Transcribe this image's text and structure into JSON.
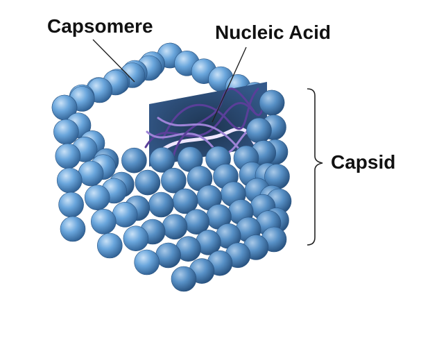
{
  "labels": {
    "capsomere": "Capsomere",
    "nucleic_acid": "Nucleic Acid",
    "capsid": "Capsid"
  },
  "colors": {
    "sphere_light": "#c9e1f7",
    "sphere_mid": "#6aa6dc",
    "sphere_dark": "#2f5f92",
    "rna_light": "#efe7ff",
    "rna_mid": "#9d83d6",
    "rna_dark": "#5a3f99",
    "leader": "#222222"
  },
  "icons": [
    "capsomere-sphere",
    "nucleic-acid-strand",
    "capsid-bracket"
  ]
}
